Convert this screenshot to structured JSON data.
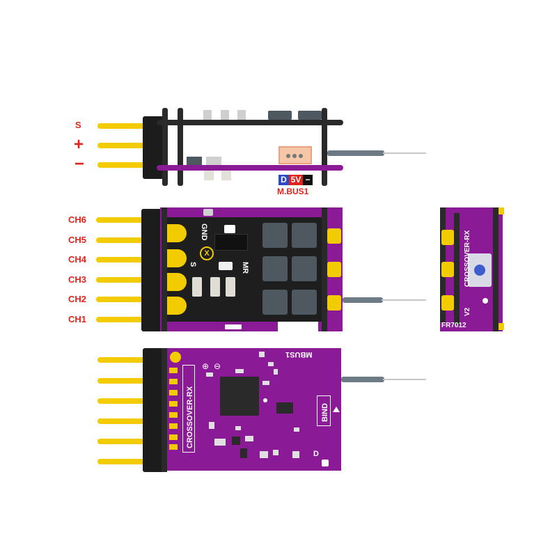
{
  "side_view": {
    "pin_labels": [
      "S",
      "+",
      "−"
    ],
    "connector": {
      "d": "D",
      "v5": "5V",
      "minus": "−",
      "mbus": "M.BUS1"
    }
  },
  "front_view": {
    "channels": [
      "CH6",
      "CH5",
      "CH4",
      "CH3",
      "CH2",
      "CH1"
    ],
    "silk": {
      "gnd": "GND",
      "s": "S",
      "mr": "MR",
      "logo": "X"
    }
  },
  "end_view": {
    "name": "CROSSOVER-RX",
    "version": "V2",
    "model": "FR7012"
  },
  "back_view": {
    "name": "CROSSOVER-RX",
    "mbus": "MBUS1",
    "bind": "BIND",
    "plus": "⊕",
    "minus": "⊖",
    "d": "D"
  },
  "colors": {
    "pcb": "#8a1a96",
    "header": "#1c1c1c",
    "pin": "#f2cc00",
    "label": "#e0231b",
    "dark_board": "#1e1e1e",
    "antenna_core": "#6c7b85",
    "antenna_wire": "#c8c8c8",
    "button": "#3e5bd0"
  }
}
